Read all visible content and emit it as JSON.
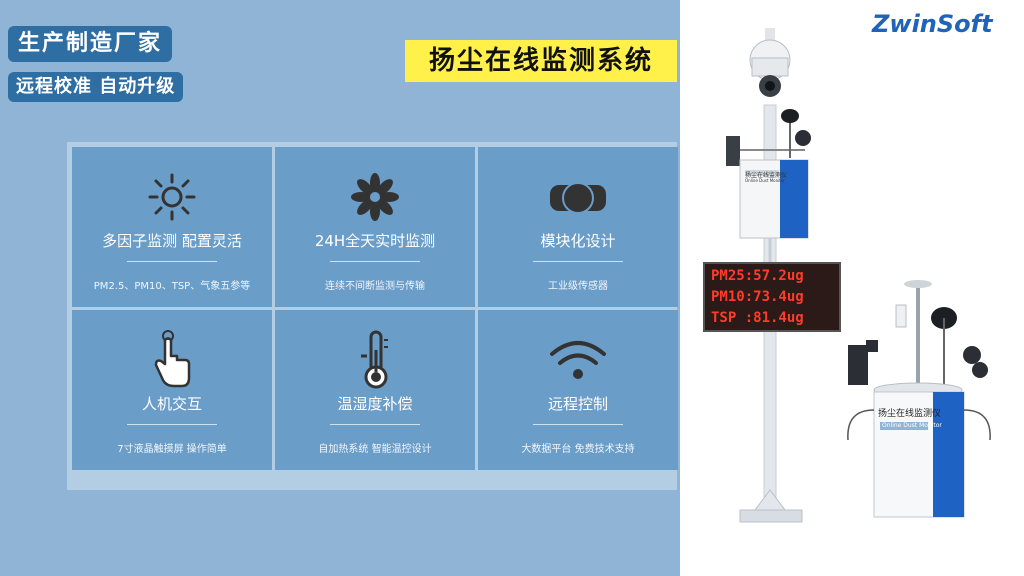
{
  "tags": {
    "manufacturer": "生产制造厂家",
    "features": "远程校准 自动升级"
  },
  "title": "扬尘在线监测系统",
  "brand": {
    "logo": "ZwinSoft"
  },
  "cards": [
    {
      "title": "多因子监测 配置灵活",
      "subtitle": "PM2.5、PM10、TSP、气象五参等",
      "icon": "sun-icon"
    },
    {
      "title": "24H全天实时监测",
      "subtitle": "连续不间断监测与传输",
      "icon": "flower-icon"
    },
    {
      "title": "模块化设计",
      "subtitle": "工业级传感器",
      "icon": "module-icon"
    },
    {
      "title": "人机交互",
      "subtitle": "7寸液晶触摸屏 操作简单",
      "icon": "touch-hand-icon"
    },
    {
      "title": "温湿度补偿",
      "subtitle": "自加热系统 智能温控设计",
      "icon": "thermometer-icon"
    },
    {
      "title": "远程控制",
      "subtitle": "大数据平台 免费技术支持",
      "icon": "wifi-icon"
    }
  ],
  "display": {
    "lines": [
      "PM25:57.2ug",
      "PM10:73.4ug",
      "TSP :81.4ug"
    ]
  },
  "device": {
    "label_cn": "扬尘在线监测仪",
    "label_en": "Online Dust Monitor",
    "small_label_cn": "扬尘在线监测仪",
    "small_label_en": "Online Dust Monitor"
  },
  "colors": {
    "background": "#8fb4d6",
    "card": "#6b9dc9",
    "tag": "#2f6ea3",
    "title_bg": "#fff04a",
    "brand": "#1f64b8",
    "led_text": "#ff3b2a"
  }
}
